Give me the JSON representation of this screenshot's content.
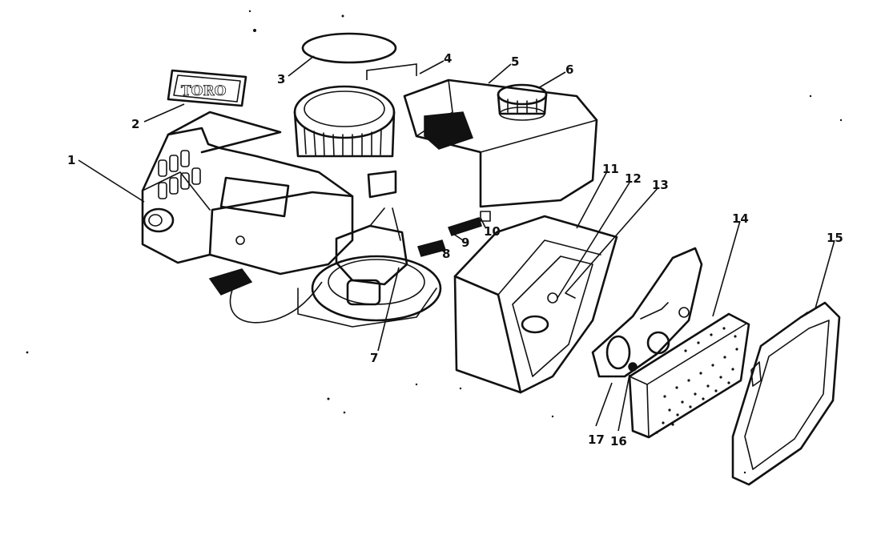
{
  "diagram": {
    "logo_text": "TORO",
    "callouts": [
      {
        "id": "c1",
        "label": "1"
      },
      {
        "id": "c2",
        "label": "2"
      },
      {
        "id": "c3",
        "label": "3"
      },
      {
        "id": "c4",
        "label": "4"
      },
      {
        "id": "c5",
        "label": "5"
      },
      {
        "id": "c6",
        "label": "6"
      },
      {
        "id": "c7",
        "label": "7"
      },
      {
        "id": "c8",
        "label": "8"
      },
      {
        "id": "c9",
        "label": "9"
      },
      {
        "id": "c10",
        "label": "10"
      },
      {
        "id": "c11",
        "label": "11"
      },
      {
        "id": "c12",
        "label": "12"
      },
      {
        "id": "c13",
        "label": "13"
      },
      {
        "id": "c14",
        "label": "14"
      },
      {
        "id": "c15",
        "label": "15"
      },
      {
        "id": "c16",
        "label": "16"
      },
      {
        "id": "c17",
        "label": "17"
      }
    ]
  }
}
